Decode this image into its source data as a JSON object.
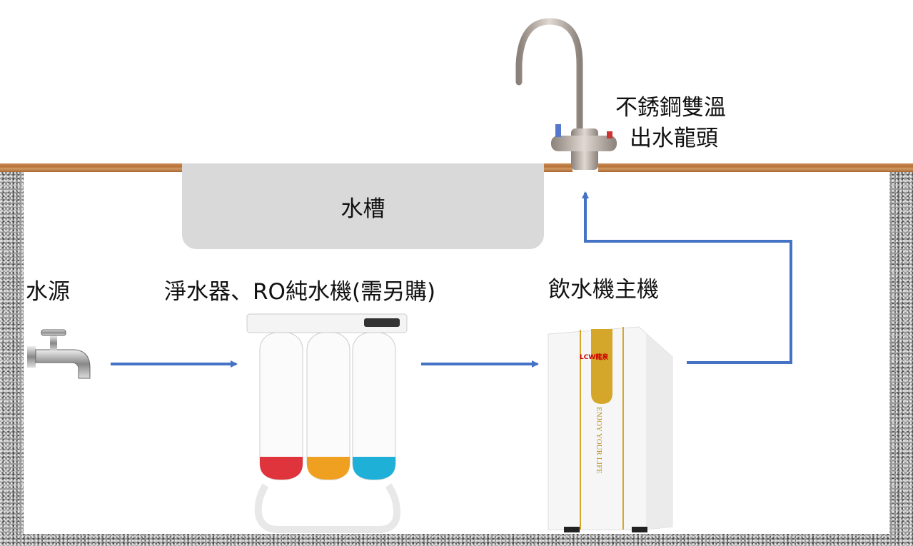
{
  "labels": {
    "sink": "水槽",
    "water_source": "水源",
    "purifier": "淨水器、RO純水機(需另購)",
    "dispenser": "飲水機主機",
    "faucet_line1": "不銹鋼雙溫",
    "faucet_line2": "出水龍頭"
  },
  "product_text": {
    "brand": "LCW龍泉",
    "slogan": "ENJOY YOUR LIFE"
  },
  "colors": {
    "arrow": "#4472C4",
    "sink": "#D9D9D9",
    "countertop": "#B8733A",
    "accent_gold": "#D4A62A"
  }
}
